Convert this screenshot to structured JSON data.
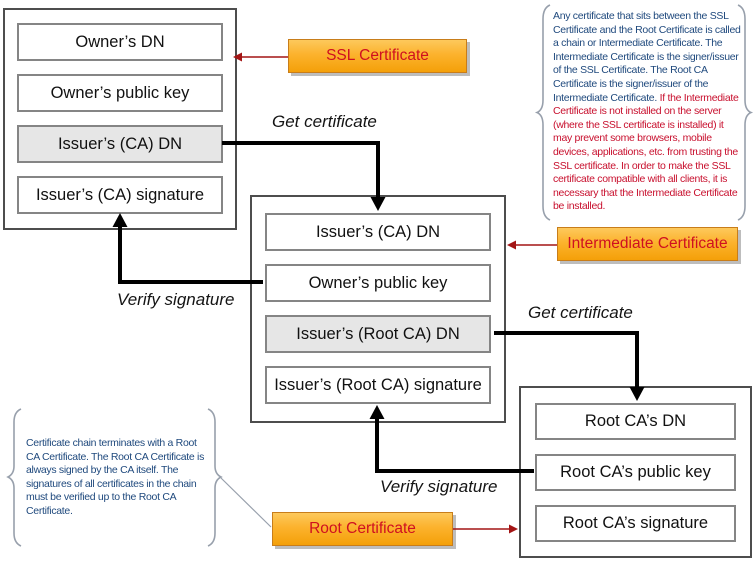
{
  "boxes": {
    "ssl": {
      "rows": [
        "Owner’s DN",
        "Owner’s public key",
        "Issuer’s (CA) DN",
        "Issuer’s (CA) signature"
      ]
    },
    "intermediate": {
      "rows": [
        "Issuer’s (CA) DN",
        "Owner’s public key",
        "Issuer’s (Root CA) DN",
        "Issuer’s (Root CA) signature"
      ]
    },
    "root": {
      "rows": [
        "Root CA’s DN",
        "Root CA’s public key",
        "Root CA’s signature"
      ]
    }
  },
  "labels": {
    "ssl": "SSL Certificate",
    "intermediate": "Intermediate Certificate",
    "root": "Root Certificate"
  },
  "edges": {
    "get_certificate_1": "Get certificate",
    "verify_signature_1": "Verify signature",
    "get_certificate_2": "Get certificate",
    "verify_signature_2": "Verify signature"
  },
  "notes": {
    "intermediate": {
      "blue_text": "Any certificate that sits between the SSL Certificate and the Root Certificate is called a chain or Intermediate Certificate. The Intermediate Certificate is the signer/issuer of the SSL  Certificate. The Root CA Certificate is the signer/issuer of the Intermediate Certificate. ",
      "red_text": "If the Intermediate Certificate is not installed on the server (where the SSL certificate is installed) it may prevent some browsers, mobile devices, applications, etc. from trusting the SSL certificate. In order to make the SSL certificate compatible with all clients, it is necessary that the Intermediate Certificate be installed."
    },
    "root": {
      "blue_text": "Certificate chain terminates with a Root CA Certificate. The Root CA Certificate is always signed by the CA itself. The signatures of all certificates in the chain must be verified up to the Root CA Certificate."
    }
  },
  "colors": {
    "tag_background_top": "#FDC95C",
    "tag_background_bottom": "#F4A009",
    "tag_border": "#C87D1A",
    "tag_text_red": "#CF1020",
    "note_blue": "#1F497D",
    "note_red": "#C8102E",
    "arrow_red": "#A31515",
    "connector_black": "#000000",
    "row_shaded_grey": "#E6E6E6",
    "row_border_grey": "#858585",
    "brace_grey": "#98A0AC"
  }
}
